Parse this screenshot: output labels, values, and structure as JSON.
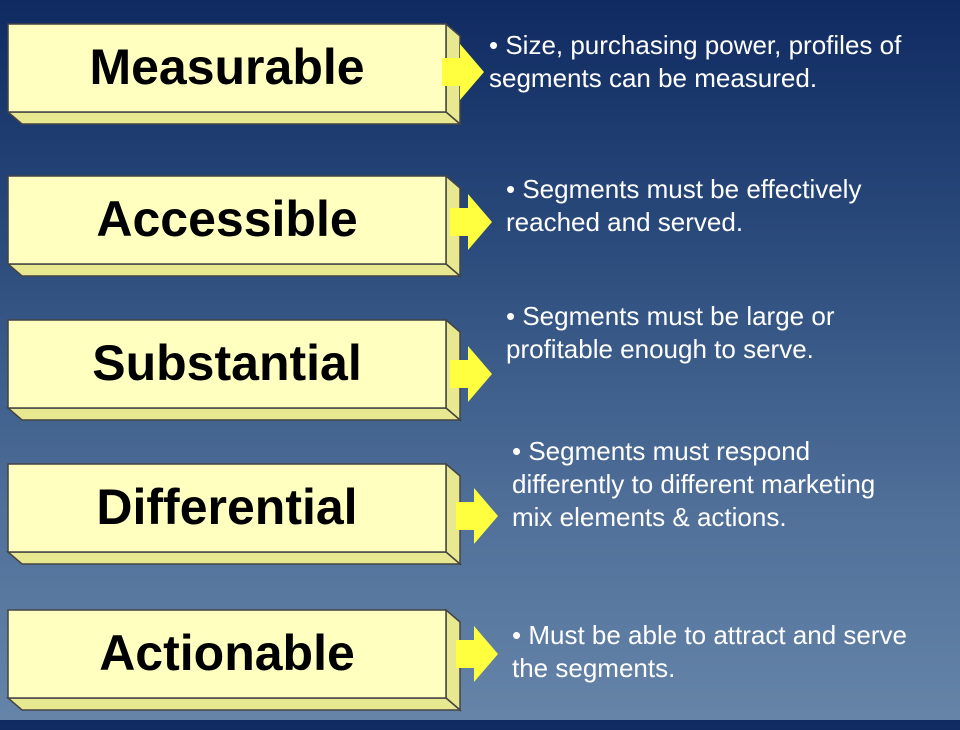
{
  "colors": {
    "box_face": "#ffffc0",
    "box_side": "#e8e890",
    "box_border": "#444444",
    "arrow": "#ffff40",
    "text_light": "#ffffff"
  },
  "criteria": [
    {
      "term": "Measurable",
      "description": "• Size, purchasing power, profiles of segments can be measured."
    },
    {
      "term": "Accessible",
      "description": "• Segments must be effectively reached and served."
    },
    {
      "term": "Substantial",
      "description": "• Segments must be large or profitable enough to serve."
    },
    {
      "term": "Differential",
      "description": "• Segments must respond differently to different marketing mix elements & actions."
    },
    {
      "term": "Actionable",
      "description": "• Must be able to attract and serve the segments."
    }
  ]
}
